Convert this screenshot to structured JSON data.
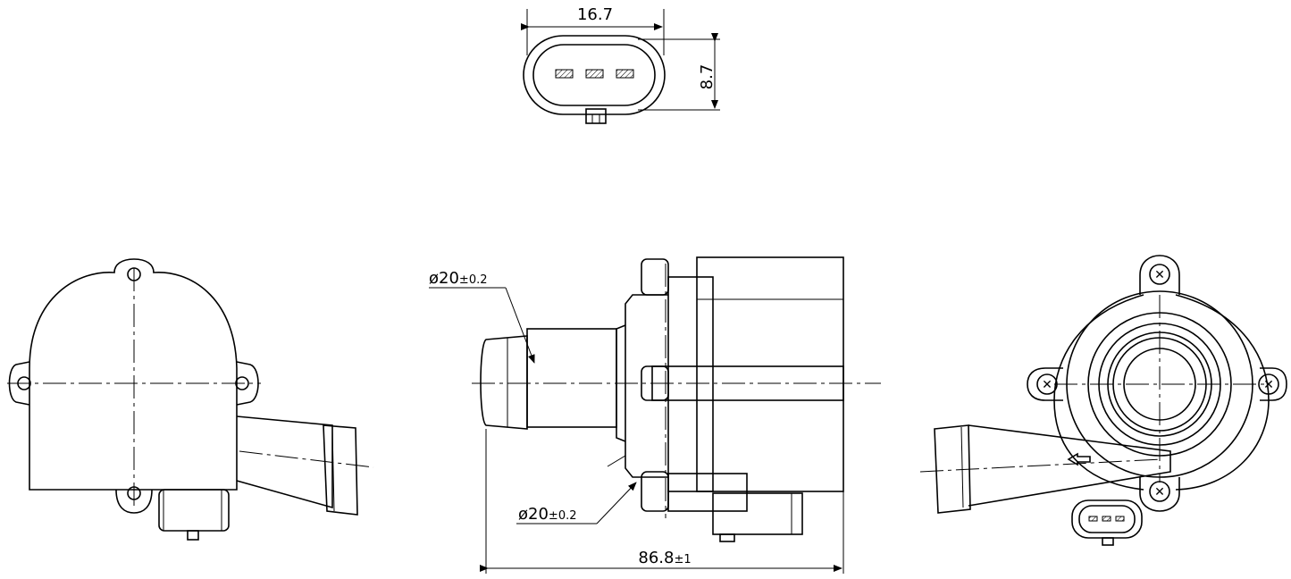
{
  "dimensions": {
    "connector_width": "16.7",
    "connector_height": "8.7",
    "inlet_diameter": {
      "main": "ø20",
      "tol": "±0.2"
    },
    "outlet_diameter": {
      "main": "ø20",
      "tol": "±0.2"
    },
    "overall_length": {
      "main": "86.8",
      "tol": "±1"
    }
  }
}
